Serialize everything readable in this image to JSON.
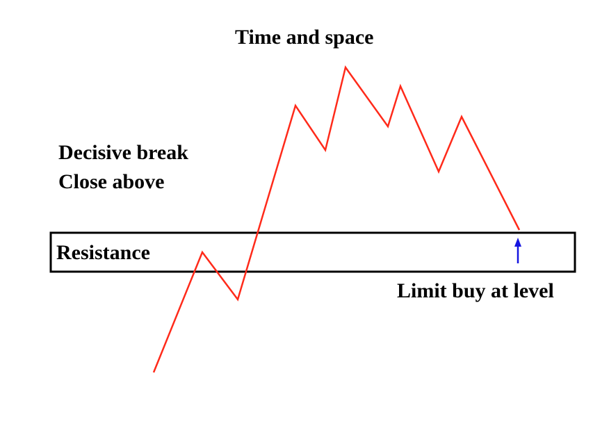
{
  "title": "Time and space",
  "annotations": {
    "break_line1": "Decisive break",
    "break_line2": "Close above",
    "zone_label": "Resistance",
    "entry_label": "Limit buy at level"
  },
  "colors": {
    "price_path": "#ff2a1a",
    "entry_arrow": "#1515e0",
    "zone_border": "#000000",
    "text": "#000000"
  },
  "icons": {
    "entry": "up-arrow-icon"
  }
}
